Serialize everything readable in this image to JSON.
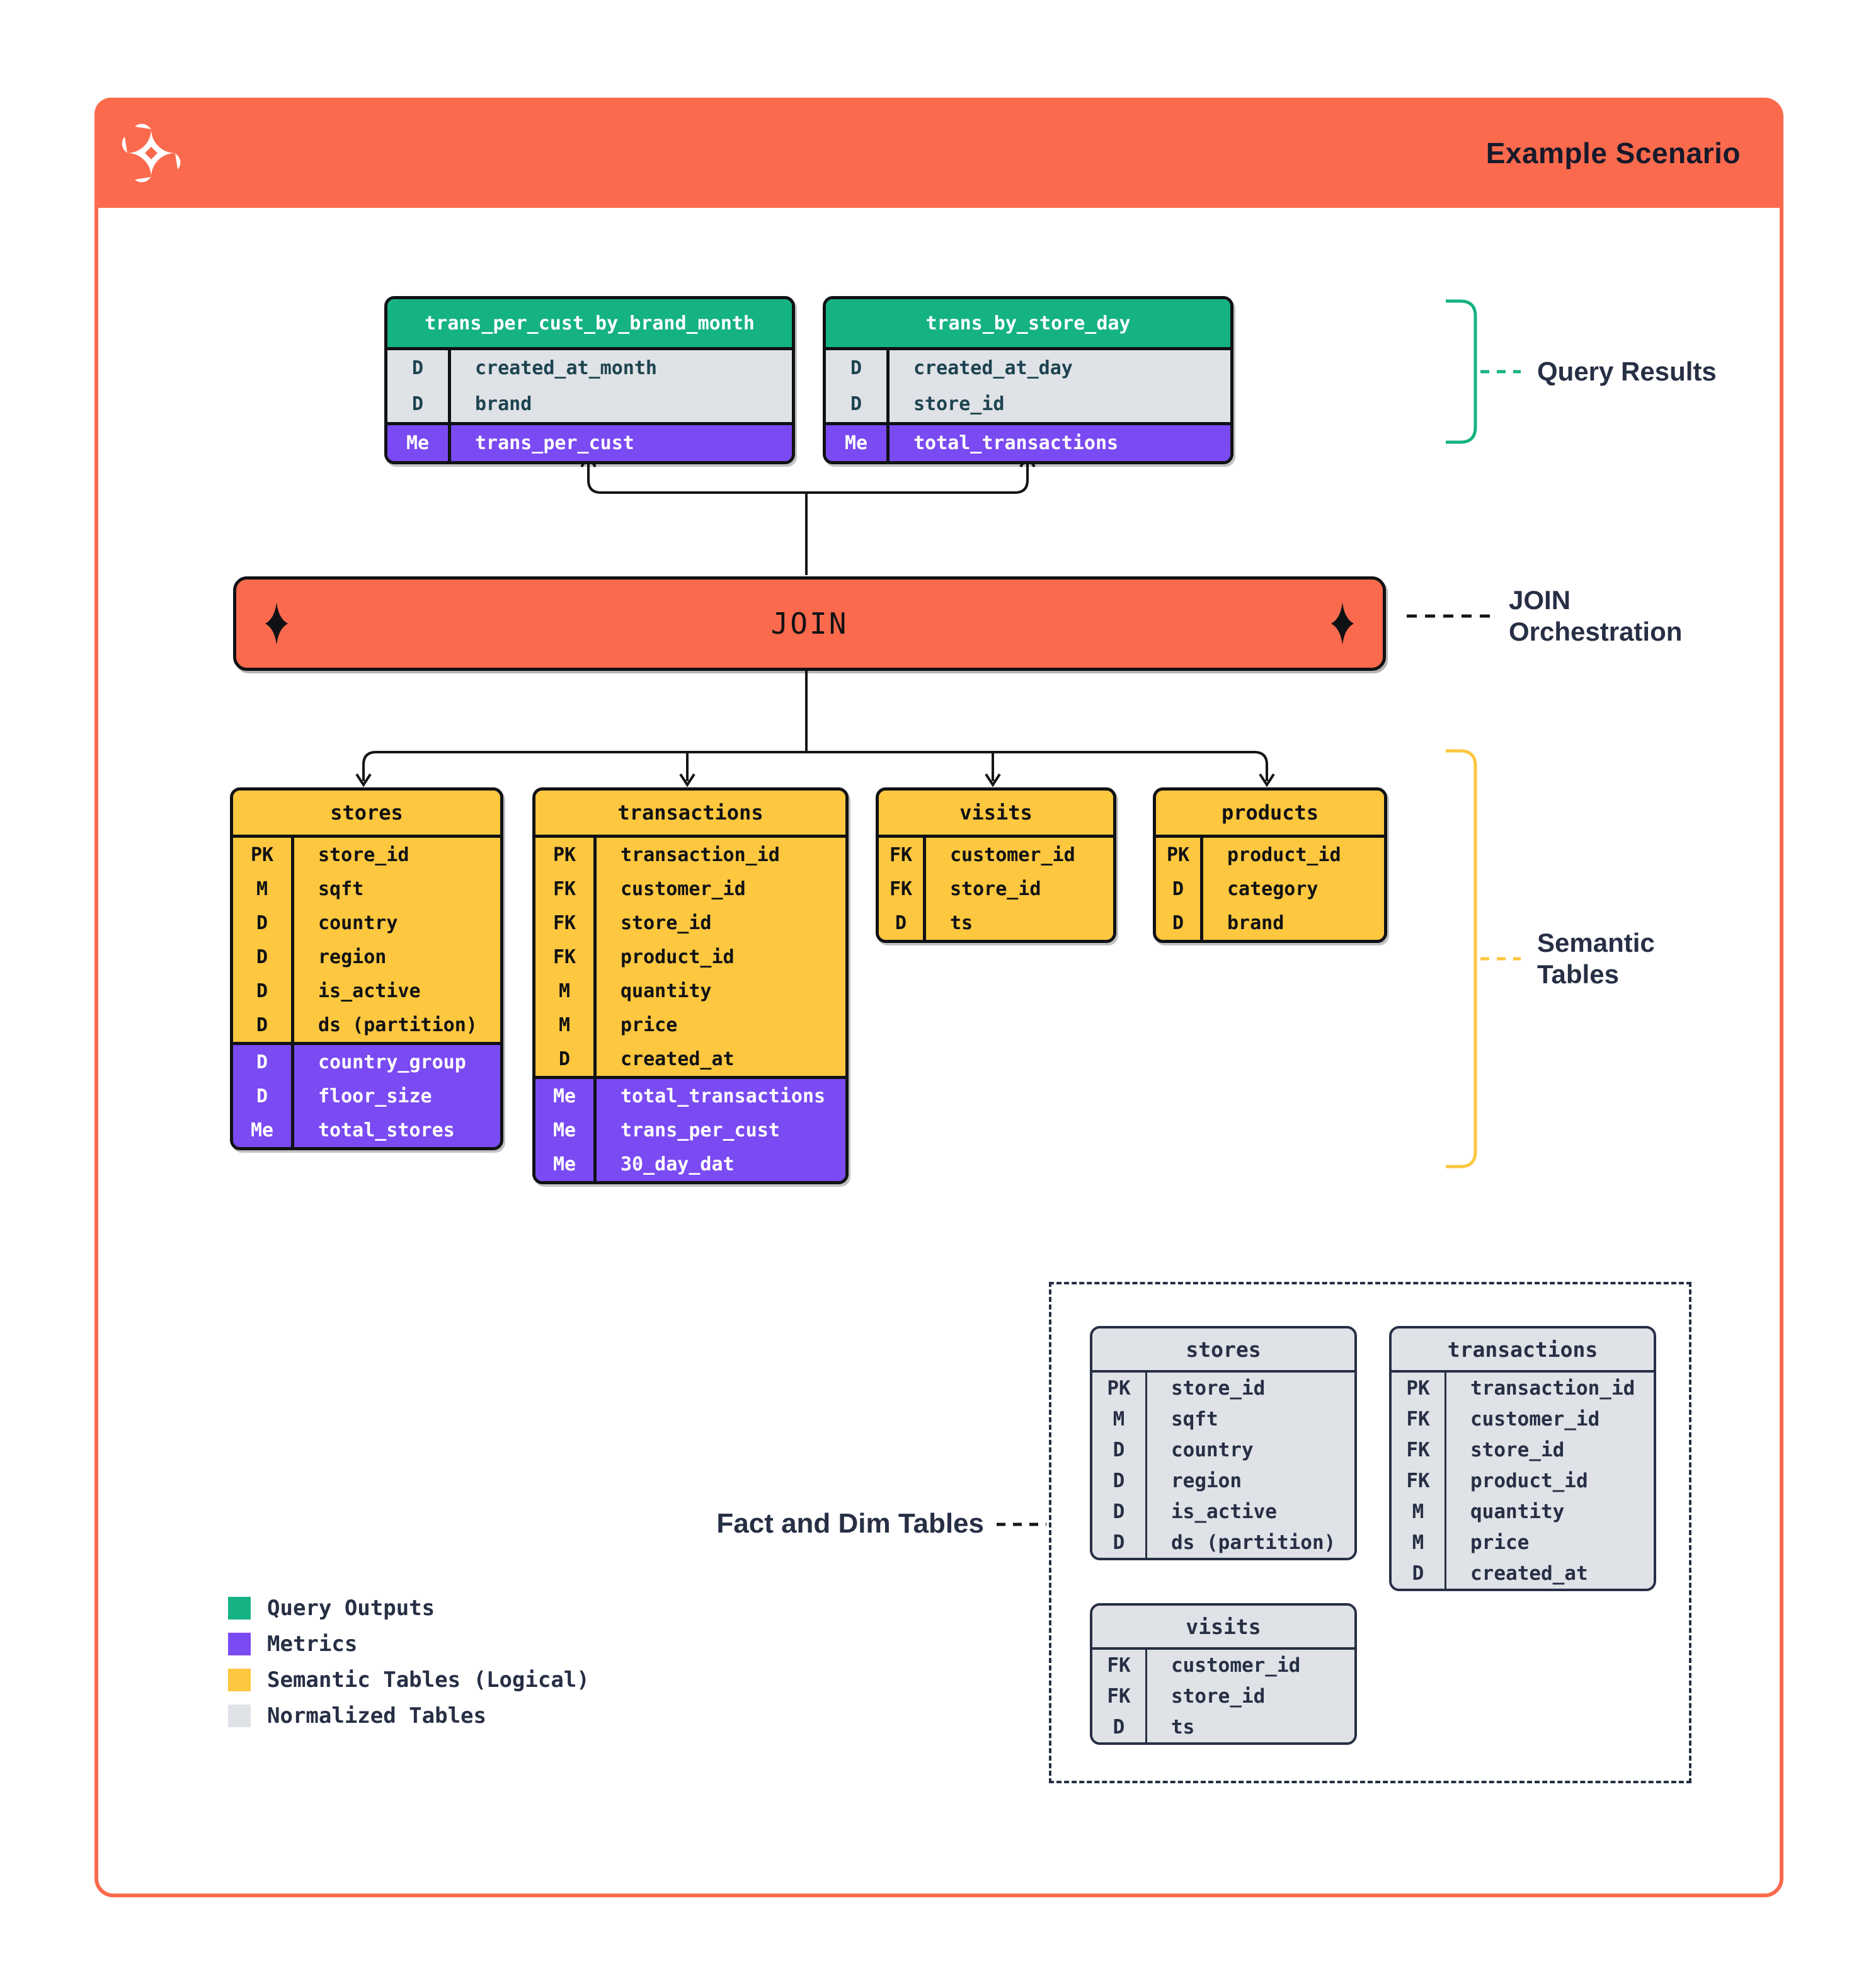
{
  "header": {
    "title": "Example Scenario",
    "logo": "dbt-logo"
  },
  "join_bar": {
    "label": "JOIN"
  },
  "annotations": {
    "query_results": "Query Results",
    "join_orchestration": "JOIN\nOrchestration",
    "semantic_tables": "Semantic\nTables",
    "fact_dim": "Fact and Dim Tables"
  },
  "colors": {
    "orange": "#FB6A4D",
    "green": "#15B283",
    "purple": "#7A4AF2",
    "yellow": "#FDC73F",
    "gray": "#DFE2E6",
    "ink": "#101114",
    "navy": "#272F45"
  },
  "legend": [
    {
      "swatch": "query-outputs-swatch",
      "color": "#15B283",
      "label": "Query Outputs"
    },
    {
      "swatch": "metrics-swatch",
      "color": "#7A4AF2",
      "label": "Metrics"
    },
    {
      "swatch": "semantic-tables-swatch",
      "color": "#FDC73F",
      "label": "Semantic Tables (Logical)"
    },
    {
      "swatch": "normalized-tables-swatch",
      "color": "#DFE2E6",
      "label": "Normalized Tables"
    }
  ],
  "tables": [
    {
      "title": "trans_per_cust_by_brand_month",
      "kind": "query",
      "rows": [
        {
          "k": "D",
          "v": "created_at_month",
          "sec": "dim"
        },
        {
          "k": "D",
          "v": "brand",
          "sec": "dim"
        },
        {
          "k": "Me",
          "v": "trans_per_cust",
          "sec": "metric"
        }
      ]
    },
    {
      "title": "trans_by_store_day",
      "kind": "query",
      "rows": [
        {
          "k": "D",
          "v": "created_at_day",
          "sec": "dim"
        },
        {
          "k": "D",
          "v": "store_id",
          "sec": "dim"
        },
        {
          "k": "Me",
          "v": "total_transactions",
          "sec": "metric"
        }
      ]
    },
    {
      "title": "stores",
      "kind": "semantic",
      "rows": [
        {
          "k": "PK",
          "v": "store_id",
          "sec": "dim"
        },
        {
          "k": "M",
          "v": "sqft",
          "sec": "dim"
        },
        {
          "k": "D",
          "v": "country",
          "sec": "dim"
        },
        {
          "k": "D",
          "v": "region",
          "sec": "dim"
        },
        {
          "k": "D",
          "v": "is_active",
          "sec": "dim"
        },
        {
          "k": "D",
          "v": "ds (partition)",
          "sec": "dim"
        },
        {
          "k": "D",
          "v": "country_group",
          "sec": "metric"
        },
        {
          "k": "D",
          "v": "floor_size",
          "sec": "metric"
        },
        {
          "k": "Me",
          "v": "total_stores",
          "sec": "metric"
        }
      ]
    },
    {
      "title": "transactions",
      "kind": "semantic",
      "rows": [
        {
          "k": "PK",
          "v": "transaction_id",
          "sec": "dim"
        },
        {
          "k": "FK",
          "v": "customer_id",
          "sec": "dim"
        },
        {
          "k": "FK",
          "v": "store_id",
          "sec": "dim"
        },
        {
          "k": "FK",
          "v": "product_id",
          "sec": "dim"
        },
        {
          "k": "M",
          "v": "quantity",
          "sec": "dim"
        },
        {
          "k": "M",
          "v": "price",
          "sec": "dim"
        },
        {
          "k": "D",
          "v": "created_at",
          "sec": "dim"
        },
        {
          "k": "Me",
          "v": "total_transactions",
          "sec": "metric"
        },
        {
          "k": "Me",
          "v": "trans_per_cust",
          "sec": "metric"
        },
        {
          "k": "Me",
          "v": "30_day_dat",
          "sec": "metric"
        }
      ]
    },
    {
      "title": "visits",
      "kind": "semantic",
      "rows": [
        {
          "k": "FK",
          "v": "customer_id",
          "sec": "dim"
        },
        {
          "k": "FK",
          "v": "store_id",
          "sec": "dim"
        },
        {
          "k": "D",
          "v": "ts",
          "sec": "dim"
        }
      ]
    },
    {
      "title": "products",
      "kind": "semantic",
      "rows": [
        {
          "k": "PK",
          "v": "product_id",
          "sec": "dim"
        },
        {
          "k": "D",
          "v": "category",
          "sec": "dim"
        },
        {
          "k": "D",
          "v": "brand",
          "sec": "dim"
        }
      ]
    },
    {
      "title": "stores",
      "kind": "normalized",
      "rows": [
        {
          "k": "PK",
          "v": "store_id"
        },
        {
          "k": "M",
          "v": "sqft"
        },
        {
          "k": "D",
          "v": "country"
        },
        {
          "k": "D",
          "v": "region"
        },
        {
          "k": "D",
          "v": "is_active"
        },
        {
          "k": "D",
          "v": "ds (partition)"
        }
      ]
    },
    {
      "title": "transactions",
      "kind": "normalized",
      "rows": [
        {
          "k": "PK",
          "v": "transaction_id"
        },
        {
          "k": "FK",
          "v": "customer_id"
        },
        {
          "k": "FK",
          "v": "store_id"
        },
        {
          "k": "FK",
          "v": "product_id"
        },
        {
          "k": "M",
          "v": "quantity"
        },
        {
          "k": "M",
          "v": "price"
        },
        {
          "k": "D",
          "v": "created_at"
        }
      ]
    },
    {
      "title": "visits",
      "kind": "normalized",
      "rows": [
        {
          "k": "FK",
          "v": "customer_id"
        },
        {
          "k": "FK",
          "v": "store_id"
        },
        {
          "k": "D",
          "v": "ts"
        }
      ]
    }
  ]
}
